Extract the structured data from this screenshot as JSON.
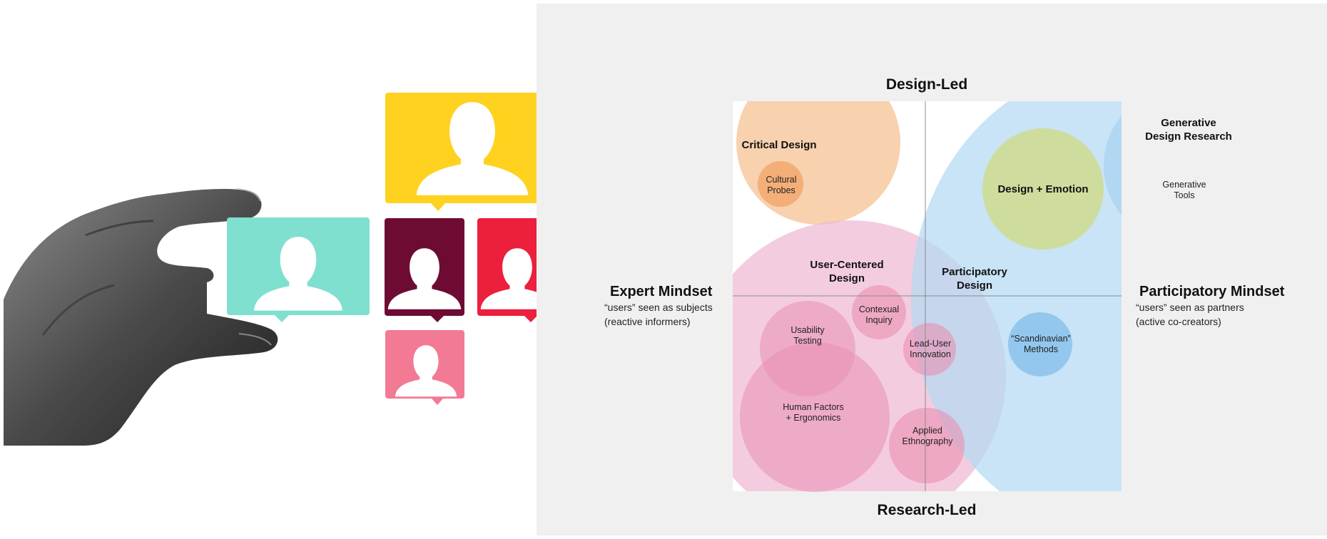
{
  "map": {
    "axis_top": "Design-Led",
    "axis_bottom": "Research-Led",
    "left_mindset": {
      "title": "Expert Mindset",
      "line1": "“users” seen as subjects",
      "line2": "(reactive informers)"
    },
    "right_mindset": {
      "title": "Participatory Mindset",
      "line1": "“users” seen as partners",
      "line2": "(active co-creators)"
    },
    "areas": {
      "critical_design": "Critical Design",
      "design_emotion": "Design + Emotion",
      "generative_1": "Generative",
      "generative_2": "Design Research",
      "ucd_1": "User-Centered",
      "ucd_2": "Design",
      "pd_1": "Participatory",
      "pd_2": "Design"
    },
    "methods": {
      "cultural_probes": [
        "Cultural",
        "Probes"
      ],
      "generative_tools": [
        "Generative",
        "Tools"
      ],
      "usability_testing": [
        "Usability",
        "Testing"
      ],
      "contextual_inquiry": [
        "Contexual",
        "Inquiry"
      ],
      "lead_user": [
        "Lead-User",
        "Innovation"
      ],
      "scandinavian": [
        "“Scandinavian”",
        "Methods"
      ],
      "human_factors": [
        "Human Factors",
        "+ Ergonomics"
      ],
      "applied_ethnography": [
        "Applied",
        "Ethnography"
      ]
    }
  },
  "colors": {
    "orange": "#f7c9a0",
    "green": "#cfdc8a",
    "blue": "#b3d9f2",
    "pink": "#f0b9d2",
    "teal_card": "#7fe0cf",
    "yellow_card": "#ffd21f",
    "maroon_card": "#6e0b33",
    "red_card": "#ec1f3c",
    "pink_card": "#f27a94"
  }
}
